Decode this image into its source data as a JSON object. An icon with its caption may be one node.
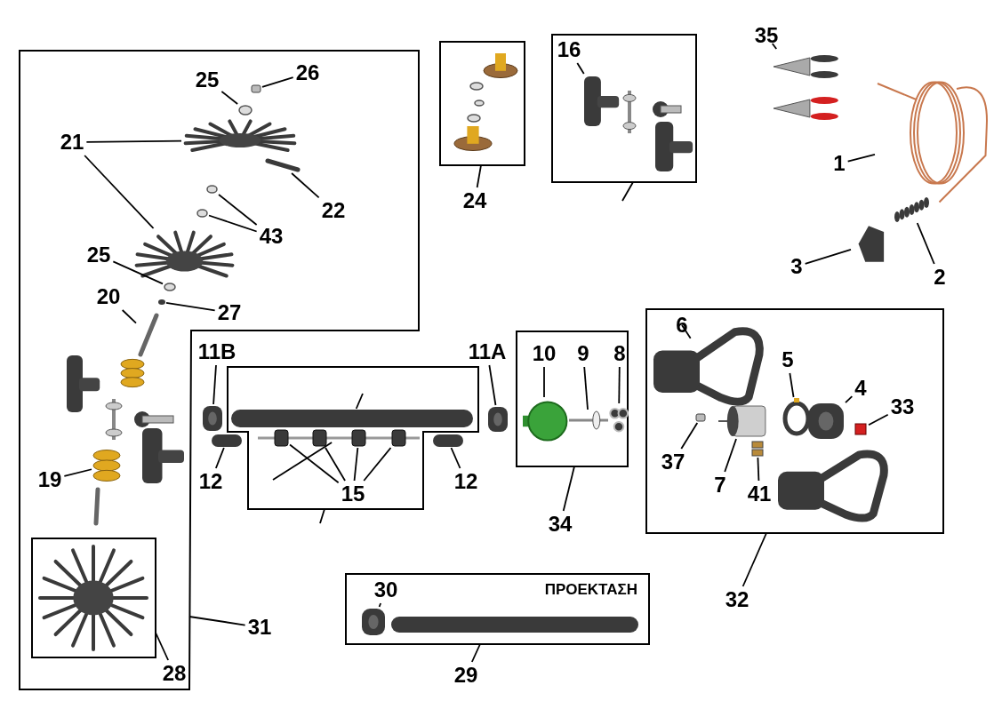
{
  "diagram": {
    "nodes": [
      {
        "text": [],
        "shape": "box"
      },
      {
        "text": [],
        "shape": "box",
        "in": 0
      },
      {
        "text": [],
        "shape": "box"
      },
      {
        "text": [],
        "shape": "box"
      },
      {
        "text": [],
        "shape": "box"
      },
      {
        "text": [],
        "shape": "box"
      },
      {
        "text": [],
        "shape": "box"
      },
      {
        "text": [
          "ΠΡΟΕΚΤΑΣΗ"
        ]
      },
      {
        "text": [
          "35"
        ]
      },
      {
        "text": [
          "1"
        ]
      },
      {
        "text": [
          "3"
        ]
      },
      {
        "text": [
          "2"
        ]
      },
      {
        "text": [
          "16"
        ],
        "in": 3
      },
      {
        "text": [
          "24"
        ]
      },
      {
        "text": [
          "25"
        ],
        "in": 0
      },
      {
        "text": [
          "26"
        ],
        "in": 0
      },
      {
        "text": [
          "21"
        ],
        "in": 0
      },
      {
        "text": [
          "22"
        ],
        "in": 0
      },
      {
        "text": [
          "43"
        ],
        "in": 0
      },
      {
        "text": [
          "25"
        ],
        "in": 0
      },
      {
        "text": [
          "20"
        ],
        "in": 0
      },
      {
        "text": [
          "27"
        ],
        "in": 0
      },
      {
        "text": [
          "19"
        ],
        "in": 0
      },
      {
        "text": [
          "28"
        ],
        "in": 0
      },
      {
        "text": [
          "31"
        ]
      },
      {
        "text": [
          "11B"
        ]
      },
      {
        "text": [
          "12"
        ]
      },
      {
        "text": [
          "15"
        ],
        "in": 4
      },
      {
        "text": [
          "11A"
        ]
      },
      {
        "text": [
          "12"
        ]
      },
      {
        "text": [
          "10"
        ],
        "in": 5
      },
      {
        "text": [
          "9"
        ],
        "in": 5
      },
      {
        "text": [
          "8"
        ],
        "in": 5
      },
      {
        "text": [
          "34"
        ]
      },
      {
        "text": [
          "6"
        ],
        "in": 6
      },
      {
        "text": [
          "5"
        ],
        "in": 6
      },
      {
        "text": [
          "4"
        ],
        "in": 6
      },
      {
        "text": [
          "33"
        ],
        "in": 6
      },
      {
        "text": [
          "37"
        ],
        "in": 6
      },
      {
        "text": [
          "7"
        ],
        "in": 6
      },
      {
        "text": [
          "41"
        ],
        "in": 6
      },
      {
        "text": [
          "32"
        ]
      },
      {
        "text": [
          "30"
        ],
        "in": 7
      },
      {
        "text": [
          "29"
        ]
      },
      {
        "text": [],
        "shape": "picture"
      },
      {
        "text": [],
        "shape": "picture"
      },
      {
        "text": [],
        "shape": "picture"
      },
      {
        "text": [],
        "shape": "picture"
      },
      {
        "text": [],
        "shape": "picture",
        "in": 3
      },
      {
        "text": [],
        "shape": "circle",
        "in": 0
      },
      {
        "text": [],
        "shape": "box",
        "in": 0
      },
      {
        "text": [],
        "shape": "picture",
        "in": 0
      },
      {
        "text": [],
        "shape": "picture",
        "in": 0
      },
      {
        "text": [],
        "shape": "circle",
        "in": 0
      },
      {
        "text": [],
        "shape": "circle",
        "in": 0
      },
      {
        "text": [],
        "shape": "picture",
        "in": 0
      },
      {
        "text": [],
        "shape": "circle",
        "in": 0
      },
      {
        "text": [],
        "shape": "circle",
        "in": 0
      },
      {
        "text": [],
        "shape": "picture",
        "in": 0
      },
      {
        "text": [],
        "shape": "picture",
        "in": 0
      },
      {
        "text": [],
        "shape": "picture"
      },
      {
        "text": [],
        "shape": "bar"
      },
      {
        "text": [],
        "shape": "bar",
        "in": 4
      },
      {
        "text": [],
        "shape": "picture",
        "in": 4
      },
      {
        "text": [],
        "shape": "box",
        "in": 4
      },
      {
        "text": [],
        "shape": "box",
        "in": 4
      },
      {
        "text": [],
        "shape": "box",
        "in": 4
      },
      {
        "text": [],
        "shape": "box",
        "in": 4
      },
      {
        "text": [],
        "shape": "picture"
      },
      {
        "text": [],
        "shape": "bar"
      },
      {
        "text": [],
        "shape": "circle",
        "in": 5
      },
      {
        "text": [],
        "shape": "picture",
        "in": 5
      },
      {
        "text": [],
        "shape": "picture",
        "in": 5
      },
      {
        "text": [],
        "shape": "picture",
        "in": 6
      },
      {
        "text": [],
        "shape": "circle",
        "in": 6
      },
      {
        "text": [],
        "shape": "picture",
        "in": 6
      },
      {
        "text": [],
        "shape": "box",
        "in": 6
      },
      {
        "text": [],
        "shape": "box",
        "in": 6
      },
      {
        "text": [],
        "shape": "cylinder",
        "in": 6
      },
      {
        "text": [],
        "shape": "picture",
        "in": 6
      },
      {
        "text": [],
        "shape": "picture",
        "in": 7
      }
    ],
    "edges": [
      {
        "from": 8,
        "to": 44,
        "arrow": "none"
      },
      {
        "from": 9,
        "to": 45,
        "arrow": "none"
      },
      {
        "from": 10,
        "to": 46,
        "arrow": "none"
      },
      {
        "from": 11,
        "to": 47,
        "arrow": "none"
      },
      {
        "from": 12,
        "to": 48,
        "arrow": "none"
      },
      {
        "from": 13,
        "to": 2,
        "arrow": "none"
      },
      {
        "from": 3,
        "to": null,
        "arrow": "none"
      },
      {
        "from": 14,
        "to": 49,
        "arrow": "none"
      },
      {
        "from": 15,
        "to": 50,
        "arrow": "none"
      },
      {
        "from": 16,
        "to": 51,
        "arrow": "none"
      },
      {
        "from": 16,
        "to": 55,
        "arrow": "none"
      },
      {
        "from": 17,
        "to": 52,
        "arrow": "none"
      },
      {
        "from": 18,
        "to": 53,
        "arrow": "none"
      },
      {
        "from": 18,
        "to": 54,
        "arrow": "none"
      },
      {
        "from": 19,
        "to": 56,
        "arrow": "none"
      },
      {
        "from": 21,
        "to": 57,
        "arrow": "none"
      },
      {
        "from": 20,
        "to": 58,
        "arrow": "none"
      },
      {
        "from": 22,
        "to": 59,
        "arrow": "none"
      },
      {
        "from": 23,
        "to": 1,
        "arrow": "none"
      },
      {
        "from": 24,
        "to": 0,
        "arrow": "none"
      },
      {
        "from": 25,
        "to": 60,
        "arrow": "none"
      },
      {
        "from": 26,
        "to": 61,
        "arrow": "none"
      },
      {
        "from": null,
        "to": 62,
        "arrow": "none"
      },
      {
        "from": null,
        "to": 63,
        "arrow": "none"
      },
      {
        "from": 27,
        "to": 64,
        "arrow": "none"
      },
      {
        "from": 27,
        "to": 65,
        "arrow": "none"
      },
      {
        "from": 27,
        "to": 66,
        "arrow": "none"
      },
      {
        "from": 27,
        "to": 67,
        "arrow": "none"
      },
      {
        "from": 4,
        "to": null,
        "arrow": "none"
      },
      {
        "from": 28,
        "to": 68,
        "arrow": "none"
      },
      {
        "from": 29,
        "to": 69,
        "arrow": "none"
      },
      {
        "from": 30,
        "to": 70,
        "arrow": "none"
      },
      {
        "from": 31,
        "to": 71,
        "arrow": "none"
      },
      {
        "from": 32,
        "to": 72,
        "arrow": "none"
      },
      {
        "from": 33,
        "to": 5,
        "arrow": "none"
      },
      {
        "from": 34,
        "to": 73,
        "arrow": "none"
      },
      {
        "from": 35,
        "to": 74,
        "arrow": "none"
      },
      {
        "from": 36,
        "to": 75,
        "arrow": "none"
      },
      {
        "from": 37,
        "to": 76,
        "arrow": "none"
      },
      {
        "from": 38,
        "to": 77,
        "arrow": "none"
      },
      {
        "from": 39,
        "to": 78,
        "arrow": "none"
      },
      {
        "from": 40,
        "to": 79,
        "arrow": "none"
      },
      {
        "from": 41,
        "to": 6,
        "arrow": "none"
      },
      {
        "from": 42,
        "to": 80,
        "arrow": "none"
      },
      {
        "from": 43,
        "to": 7,
        "arrow": "none"
      }
    ]
  }
}
